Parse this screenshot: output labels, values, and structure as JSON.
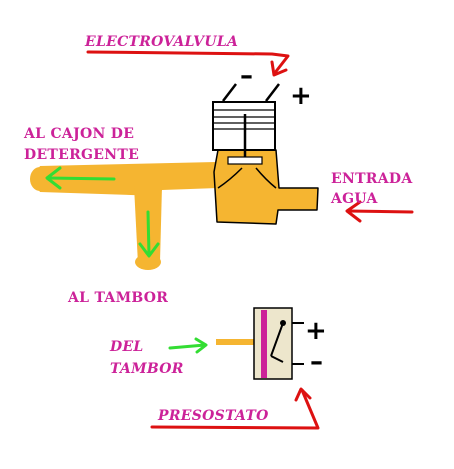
{
  "labels": {
    "electrovalvula": "ELECTROVALVULA",
    "al_cajon_line1": "AL CAJON DE",
    "al_cajon_line2": "DETERGENTE",
    "entrada_line1": "ENTRADA",
    "entrada_line2": "AGUA",
    "al_tambor": "AL TAMBOR",
    "del_tambor_line1": "DEL",
    "del_tambor_line2": "TAMBOR",
    "presostato": "PRESOSTATO"
  },
  "polarity": {
    "valve_minus": "–",
    "valve_plus": "+",
    "switch_plus": "+",
    "switch_minus": "–"
  },
  "colors": {
    "label_text": "#cc2299",
    "pipe_fill": "#f5b531",
    "flow_arrow": "#33dd33",
    "pointer_arrow": "#dd1111",
    "switch_body": "#ede6cc",
    "switch_bar": "#cc2299",
    "outline": "#000000"
  }
}
